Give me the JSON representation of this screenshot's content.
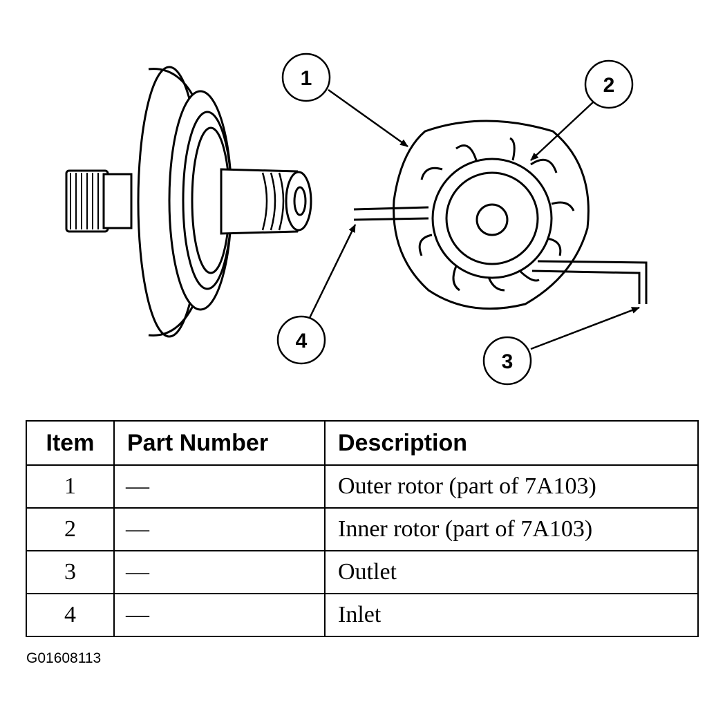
{
  "callouts": [
    "1",
    "2",
    "3",
    "4"
  ],
  "table": {
    "headers": {
      "item": "Item",
      "part_number": "Part Number",
      "description": "Description"
    },
    "rows": [
      {
        "item": "1",
        "part_number": "—",
        "description": "Outer rotor (part of 7A103)"
      },
      {
        "item": "2",
        "part_number": "—",
        "description": "Inner rotor (part of 7A103)"
      },
      {
        "item": "3",
        "part_number": "—",
        "description": "Outlet"
      },
      {
        "item": "4",
        "part_number": "—",
        "description": "Inlet"
      }
    ]
  },
  "figure_id": "G01608113",
  "colors": {
    "ink": "#000000",
    "background": "#ffffff"
  }
}
